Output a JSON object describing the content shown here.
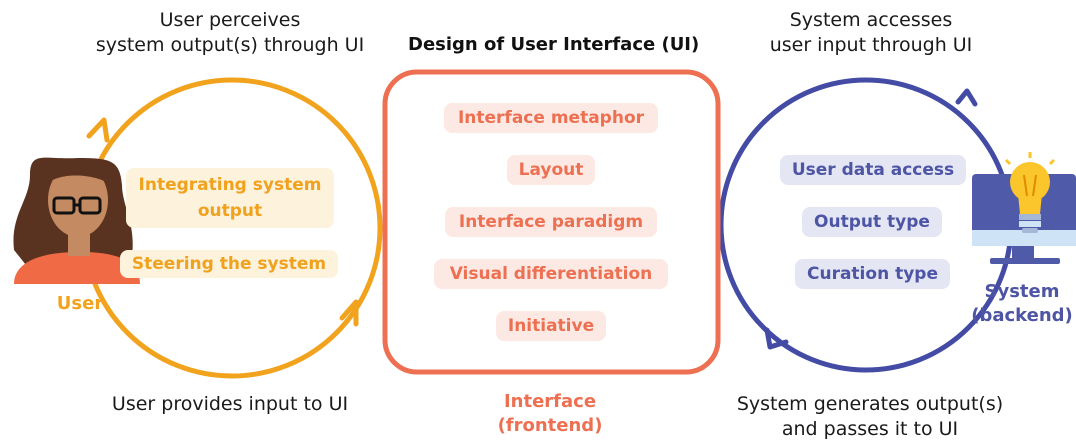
{
  "left": {
    "caption_top": [
      "User perceives",
      "system output(s) through UI"
    ],
    "caption_bottom": "User provides input to UI",
    "actor_label": "User",
    "chips": [
      "Integrating system output",
      "Steering the system"
    ]
  },
  "center": {
    "title": "Design of User Interface (UI)",
    "chips": [
      "Interface metaphor",
      "Layout",
      "Interface paradigm",
      "Visual differentiation",
      "Initiative"
    ],
    "footer": [
      "Interface",
      "(frontend)"
    ]
  },
  "right": {
    "caption_top": [
      "System accesses",
      "user input through UI"
    ],
    "caption_bottom": [
      "System generates output(s)",
      "and passes it to UI"
    ],
    "actor_label": [
      "System",
      "(backend)"
    ],
    "chips": [
      "User data access",
      "Output type",
      "Curation type"
    ]
  },
  "colors": {
    "user_loop": "#f2a31e",
    "interface_box": "#ec7051",
    "system_loop": "#434ba4",
    "skin": "#c48a62",
    "hair": "#5a3320",
    "shirt": "#ef6a45",
    "monitor": "#4f5aa8",
    "bulb": "#fbc52c"
  },
  "icons": [
    "user-avatar-icon",
    "monitor-lightbulb-icon"
  ]
}
